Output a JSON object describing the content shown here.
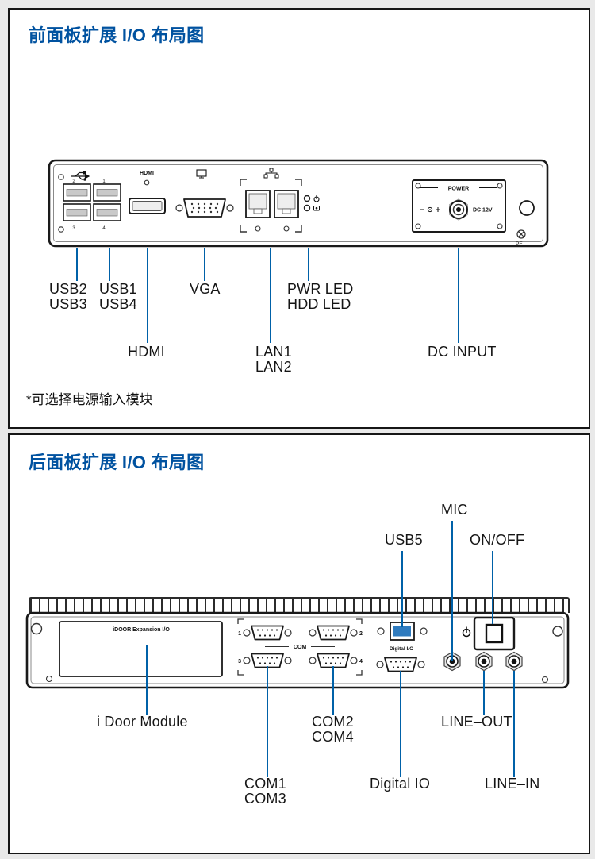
{
  "front": {
    "title": "前面板扩展 I/O 布局图",
    "footnote": "*可选择电源输入模块",
    "labels": {
      "usb2": "USB2",
      "usb1": "USB1",
      "usb3": "USB3",
      "usb4": "USB4",
      "vga": "VGA",
      "pwr_led": "PWR LED",
      "hdd_led": "HDD LED",
      "hdmi": "HDMI",
      "lan1": "LAN1",
      "lan2": "LAN2",
      "dc_input": "DC INPUT"
    },
    "panel_text": {
      "hdmi": "HDMI",
      "power": "POWER",
      "dc12v": "DC 12V",
      "pe": "PE",
      "num1": "1",
      "num2": "2",
      "num3": "3",
      "num4": "4"
    }
  },
  "rear": {
    "title": "后面板扩展 I/O 布局图",
    "labels": {
      "mic": "MIC",
      "usb5": "USB5",
      "on_off": "ON/OFF",
      "idoor": "i Door Module",
      "com2": "COM2",
      "com4": "COM4",
      "line_out": "LINE–OUT",
      "com1": "COM1",
      "com3": "COM3",
      "digital_io": "Digital IO",
      "line_in": "LINE–IN"
    },
    "panel_text": {
      "idoor_header": "iDOOR Expansion I/O",
      "com": "COM",
      "digital_io": "Digital I/O",
      "num1": "1",
      "num2": "2",
      "num3": "3",
      "num4": "4"
    }
  },
  "colors": {
    "title_blue": "#0052a0",
    "line_blue": "#0061a8",
    "label_dark": "#151515"
  }
}
